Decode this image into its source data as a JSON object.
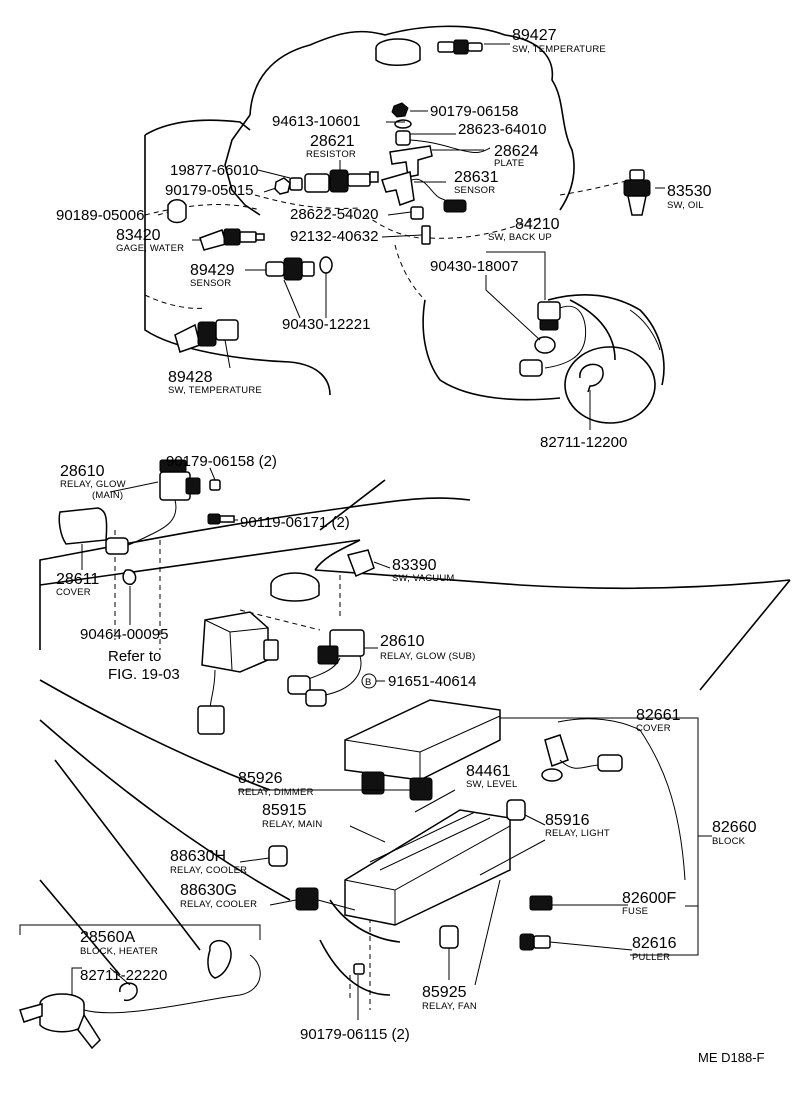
{
  "diagram_code": "ME D188-F",
  "reference": {
    "line1": "Refer to",
    "line2": "FIG. 19-03"
  },
  "parts": {
    "p89427": {
      "number": "89427",
      "desc": "SW, TEMPERATURE"
    },
    "p90179_06158a": {
      "number": "90179-06158"
    },
    "p94613": {
      "number": "94613-10601"
    },
    "p28623": {
      "number": "28623-64010"
    },
    "p28621": {
      "number": "28621",
      "desc": "RESISTOR"
    },
    "p28624": {
      "number": "28624",
      "desc": "PLATE"
    },
    "p19877": {
      "number": "19877-66010"
    },
    "p28631": {
      "number": "28631",
      "desc": "SENSOR"
    },
    "p90179_05015": {
      "number": "90179-05015"
    },
    "p83530": {
      "number": "83530",
      "desc": "SW, OIL"
    },
    "p90189": {
      "number": "90189-05006"
    },
    "p28622": {
      "number": "28622-54020"
    },
    "p84210": {
      "number": "84210",
      "desc": "SW, BACK UP"
    },
    "p83420": {
      "number": "83420",
      "desc": "GAGE, WATER"
    },
    "p92132": {
      "number": "92132-40632"
    },
    "p89429": {
      "number": "89429",
      "desc": "SENSOR"
    },
    "p90430_18007": {
      "number": "90430-18007"
    },
    "p90430_12221": {
      "number": "90430-12221"
    },
    "p89428": {
      "number": "89428",
      "desc": "SW, TEMPERATURE"
    },
    "p82711_12200": {
      "number": "82711-12200"
    },
    "p90179_06158b": {
      "number": "90179-06158 (2)"
    },
    "p28610a": {
      "number": "28610",
      "desc": "RELAY, GLOW",
      "desc2": "(MAIN)"
    },
    "p90119": {
      "number": "90119-06171 (2)"
    },
    "p28611": {
      "number": "28611",
      "desc": "COVER"
    },
    "p83390": {
      "number": "83390",
      "desc": "SW, VACUUM"
    },
    "p90464": {
      "number": "90464-00095"
    },
    "p28610b": {
      "number": "28610",
      "desc": "RELAY, GLOW (SUB)"
    },
    "p91651": {
      "number": "91651-40614",
      "marker": "B"
    },
    "p82661": {
      "number": "82661",
      "desc": "COVER"
    },
    "p85926": {
      "number": "85926",
      "desc": "RELAY, DIMMER"
    },
    "p84461": {
      "number": "84461",
      "desc": "SW, LEVEL"
    },
    "p85915": {
      "number": "85915",
      "desc": "RELAY, MAIN"
    },
    "p85916": {
      "number": "85916",
      "desc": "RELAY, LIGHT"
    },
    "p82660": {
      "number": "82660",
      "desc": "BLOCK"
    },
    "p88630H": {
      "number": "88630H",
      "desc": "RELAY, COOLER"
    },
    "p88630G": {
      "number": "88630G",
      "desc": "RELAY, COOLER"
    },
    "p82600F": {
      "number": "82600F",
      "desc": "FUSE"
    },
    "p28560A": {
      "number": "28560A",
      "desc": "BLOCK, HEATER"
    },
    "p82616": {
      "number": "82616",
      "desc": "PULLER"
    },
    "p82711_22220": {
      "number": "82711-22220"
    },
    "p85925": {
      "number": "85925",
      "desc": "RELAY, FAN"
    },
    "p90179_06115": {
      "number": "90179-06115 (2)"
    }
  }
}
